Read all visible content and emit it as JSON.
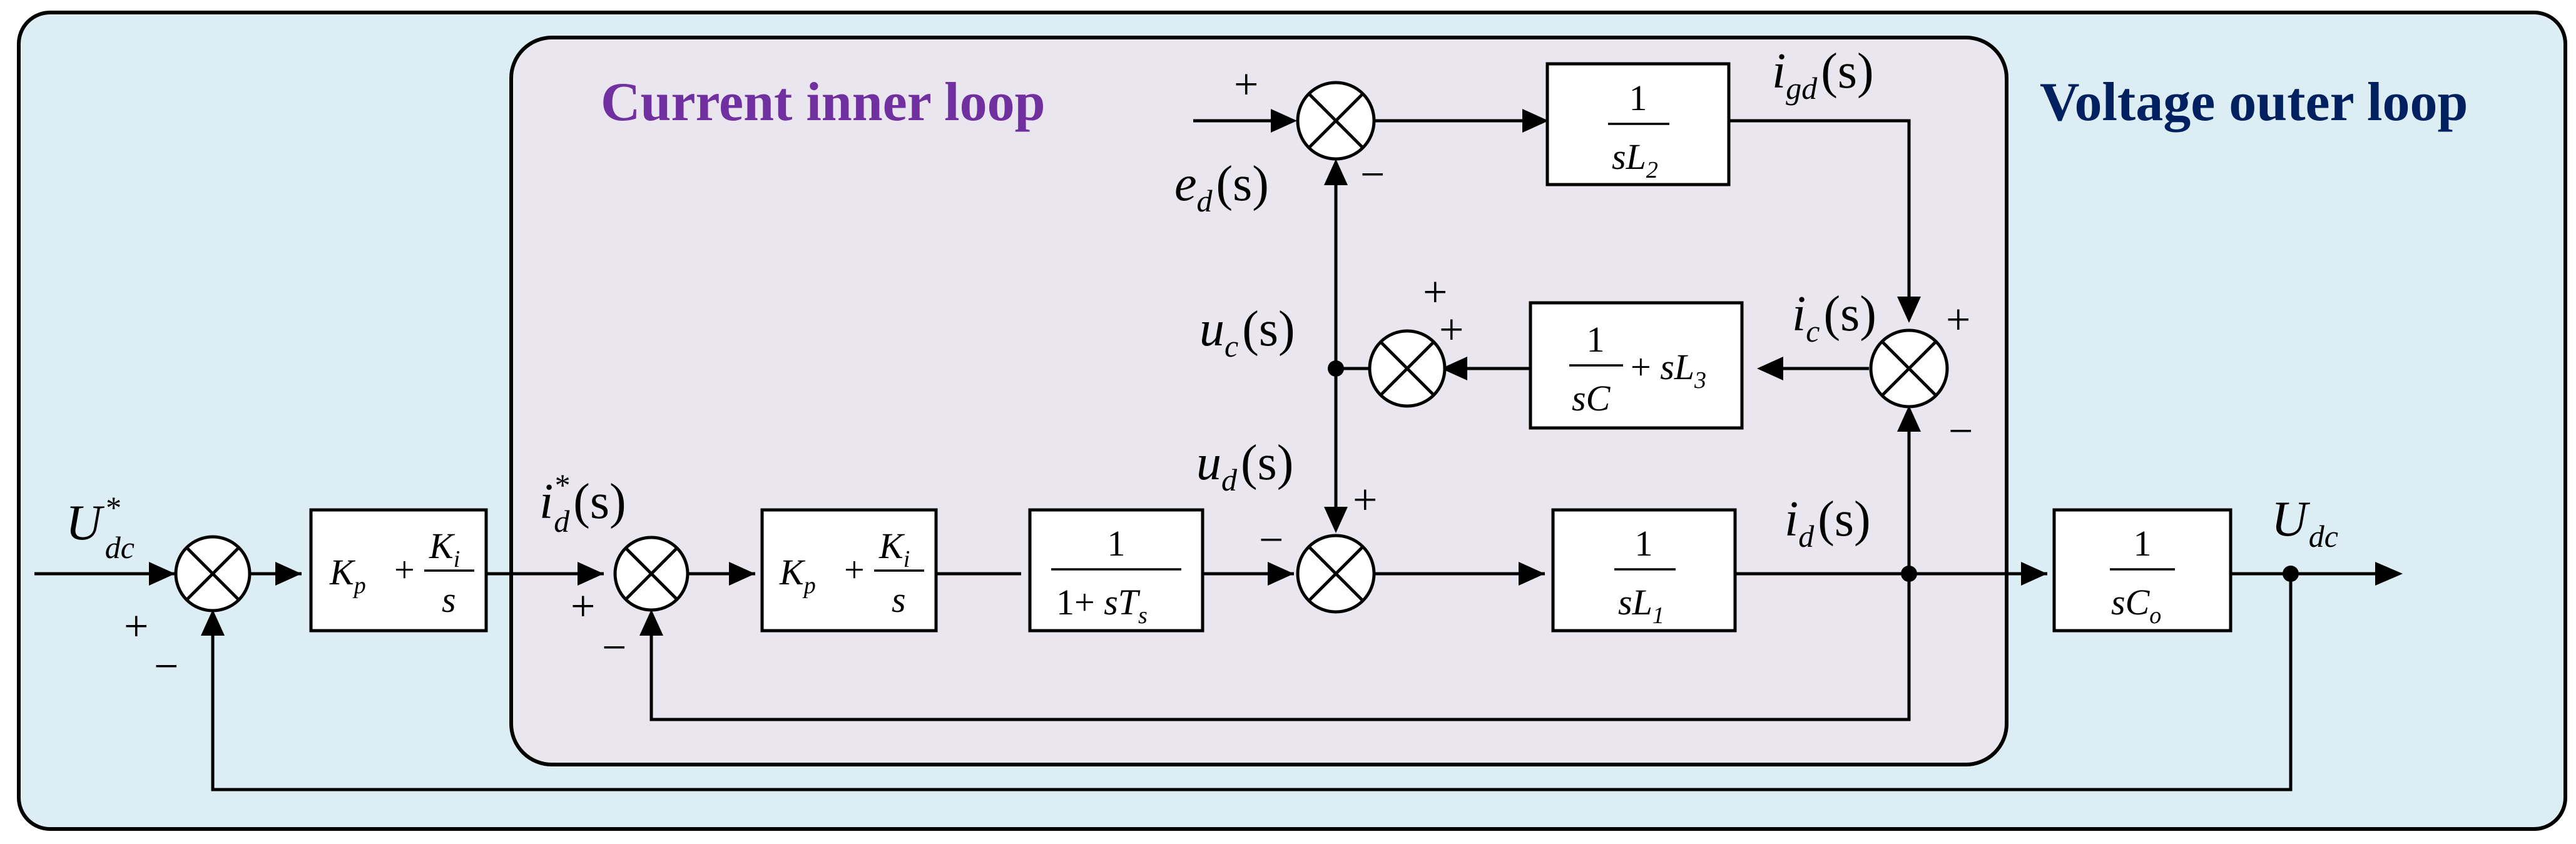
{
  "titles": {
    "inner_loop": "Current inner loop",
    "outer_loop": "Voltage outer loop"
  },
  "signals": {
    "u_dc_ref": {
      "main": "U",
      "sup": "*",
      "sub": "dc"
    },
    "i_d_ref": {
      "main": "i",
      "sup": "*",
      "sub": "d",
      "arg": "(s)"
    },
    "e_d": {
      "main": "e",
      "sub": "d",
      "arg": "(s)"
    },
    "i_gd": {
      "main": "i",
      "sub": "gd",
      "arg": "(s)"
    },
    "u_c": {
      "main": "u",
      "sub": "c",
      "arg": "(s)"
    },
    "i_c": {
      "main": "i",
      "sub": "c",
      "arg": "(s)"
    },
    "u_d": {
      "main": "u",
      "sub": "d",
      "arg": "(s)"
    },
    "i_d": {
      "main": "i",
      "sub": "d",
      "arg": "(s)"
    },
    "u_dc": {
      "main": "U",
      "sub": "dc"
    }
  },
  "signs": {
    "plus": "+",
    "minus": "−"
  },
  "blocks": {
    "pi": {
      "kp": "K",
      "kp_sub": "p",
      "plus": "+",
      "ki": "K",
      "ki_sub": "i",
      "den": "s"
    },
    "delay": {
      "num": "1",
      "den_pre": "1+ ",
      "den_var": "sT",
      "den_sub": "s"
    },
    "l1": {
      "num": "1",
      "den_var": "sL",
      "den_sub": "1"
    },
    "l2": {
      "num": "1",
      "den_var": "sL",
      "den_sub": "2"
    },
    "co": {
      "num": "1",
      "den_var": "sC",
      "den_sub": "o"
    },
    "cap": {
      "num": "1",
      "den_var": "sC",
      "plus": "+ ",
      "l3_var": "sL",
      "l3_sub": "3"
    }
  }
}
